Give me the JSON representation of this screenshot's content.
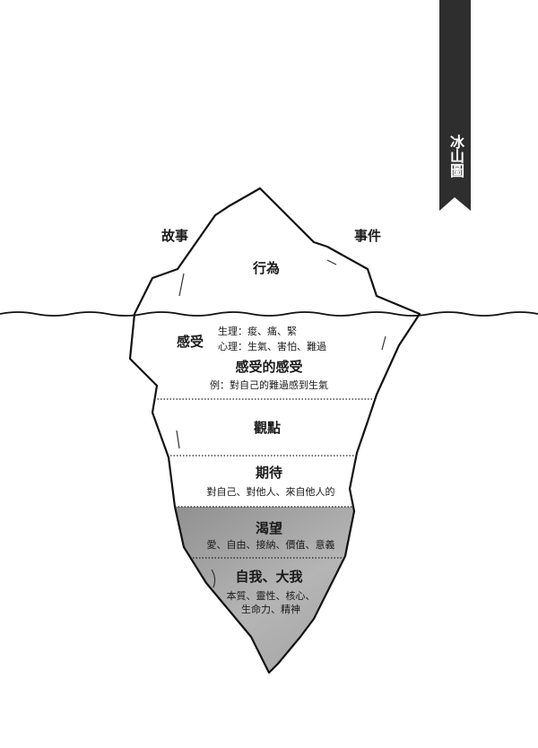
{
  "tag": "冰山圖",
  "above": {
    "left": "故事",
    "right": "事件",
    "peak": "行為"
  },
  "layers": [
    {
      "title": "感受",
      "lines": [
        "生理：痠、痛、緊",
        "心理：生氣、害怕、難過"
      ]
    },
    {
      "title": "感受的感受",
      "lines": [
        "例：對自己的難過感到生氣"
      ]
    },
    {
      "title": "觀點",
      "lines": []
    },
    {
      "title": "期待",
      "lines": [
        "對自己、對他人、來自他人的"
      ]
    },
    {
      "title": "渴望",
      "lines": [
        "愛、自由、接納、價值、意義"
      ]
    },
    {
      "title": "自我、大我",
      "lines": [
        "本質、靈性、核心、",
        "生命力、精神"
      ]
    }
  ]
}
